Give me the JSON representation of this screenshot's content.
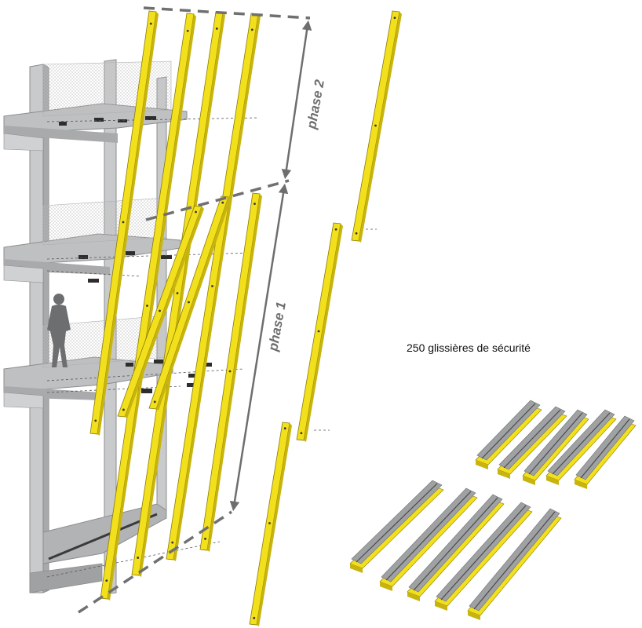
{
  "phase_labels": {
    "phase2": "phase 2",
    "phase1": "phase 1"
  },
  "caption": "250 glissières de sécurité",
  "colors": {
    "rail": "#f2e01c",
    "rail_dark": "#c8b40f",
    "rail_edge": "#8a7a08",
    "concrete": "#c9cacb",
    "concrete_dark": "#9a9b9c",
    "arrow": "#6e6e6e",
    "dash": "#707070",
    "guard_grey": "#9fa1a3"
  }
}
